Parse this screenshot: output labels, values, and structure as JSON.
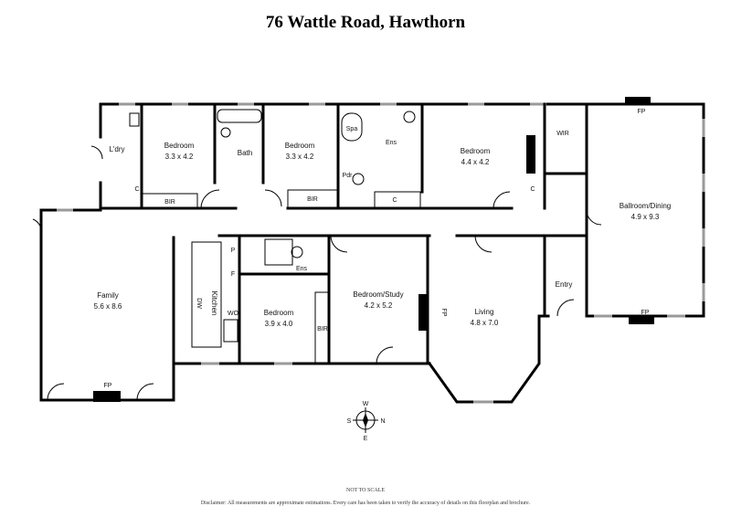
{
  "title": "76 Wattle Road, Hawthorn",
  "rooms": {
    "laundry": "L'dry",
    "bed1_name": "Bedroom",
    "bed1_size": "3.3 x 4.2",
    "bath": "Bath",
    "bed2_name": "Bedroom",
    "bed2_size": "3.3 x 4.2",
    "spa": "Spa",
    "ens1": "Ens",
    "pdr": "Pdr",
    "bed3_name": "Bedroom",
    "bed3_size": "4.4 x 4.2",
    "wir": "WIR",
    "ballroom_name": "Ballroom/Dining",
    "ballroom_size": "4.9 x 9.3",
    "family_name": "Family",
    "family_size": "5.6 x 8.6",
    "kitchen": "Kitchen",
    "dw": "DW",
    "wo": "WO",
    "p": "P",
    "f": "F",
    "ens2": "Ens",
    "bed4_name": "Bedroom",
    "bed4_size": "3.9 x 4.0",
    "bir3": "BIR",
    "study_name": "Bedroom/Study",
    "study_size": "4.2 x 5.2",
    "living_name": "Living",
    "living_size": "4.8 x 7.0",
    "entry": "Entry",
    "bir1": "BIR",
    "bir2": "BIR",
    "c1": "C",
    "c2": "C",
    "c3": "C",
    "fp_top": "FP",
    "fp_bottom": "FP",
    "fp_living": "FP",
    "fp_family": "FP"
  },
  "compass": {
    "n": "N",
    "s": "S",
    "e": "E",
    "w": "W"
  },
  "footer": {
    "note": "NOT TO SCALE",
    "disclaimer": "Disclaimer: All measurements are approximate estimations. Every care has been taken to verify the accuracy of details on this floorplan and brochure."
  }
}
